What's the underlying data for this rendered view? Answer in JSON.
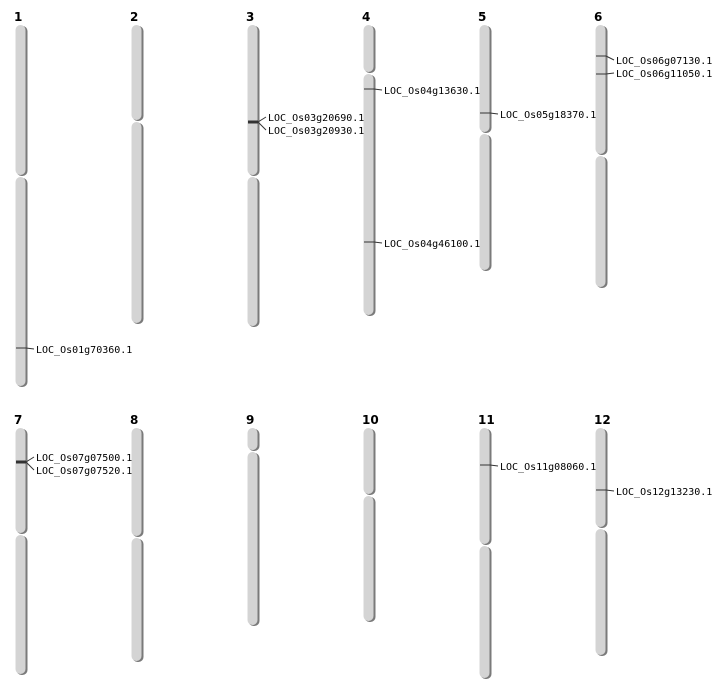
{
  "chromosomes": [
    {
      "name": "1",
      "genes": [
        "LOC_Os01g70360.1"
      ]
    },
    {
      "name": "2",
      "genes": []
    },
    {
      "name": "3",
      "genes": [
        "LOC_Os03g20690.1",
        "LOC_Os03g20930.1"
      ]
    },
    {
      "name": "4",
      "genes": [
        "LOC_Os04g13630.1",
        "LOC_Os04g46100.1"
      ]
    },
    {
      "name": "5",
      "genes": [
        "LOC_Os05g18370.1"
      ]
    },
    {
      "name": "6",
      "genes": [
        "LOC_Os06g07130.1",
        "LOC_Os06g11050.1"
      ]
    },
    {
      "name": "7",
      "genes": [
        "LOC_Os07g07500.1",
        "LOC_Os07g07520.1"
      ]
    },
    {
      "name": "8",
      "genes": []
    },
    {
      "name": "9",
      "genes": []
    },
    {
      "name": "10",
      "genes": []
    },
    {
      "name": "11",
      "genes": [
        "LOC_Os11g08060.1"
      ]
    },
    {
      "name": "12",
      "genes": [
        "LOC_Os12g13230.1"
      ]
    }
  ],
  "colors": {
    "chromosome": "#d4d4d4",
    "shadow": "#7a7a7a",
    "marker": "#333333"
  }
}
